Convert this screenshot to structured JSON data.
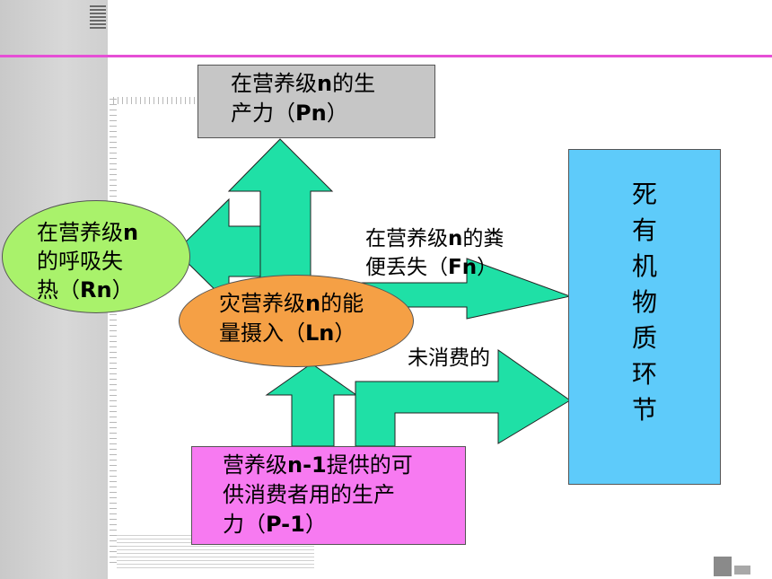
{
  "nodes": {
    "productivity_n": {
      "line1": "在营养级n的生",
      "line2": "产力（Pn）"
    },
    "respiration": {
      "line1": "在营养级n",
      "line2": "的呼吸失",
      "line3": "热（Rn）"
    },
    "intake": {
      "line1": "灾营养级n的能",
      "line2": "量摄入（Ln）"
    },
    "dead_organic": {
      "chars": [
        "死",
        "有",
        "机",
        "物",
        "质",
        "环",
        "节"
      ]
    },
    "productivity_prev": {
      "line1": "营养级n-1提供的可",
      "line2": "供消费者用的生产",
      "line3": "力（P-1）"
    }
  },
  "labels": {
    "feces_line1": "在营养级n的粪",
    "feces_line2": "便丢失（Fn）",
    "unconsumed": "未消费的"
  },
  "colors": {
    "arrow": "#1fe0a6",
    "productivity_box": "#c6c6c6",
    "dead_box": "#5ecbfa",
    "prev_box": "#f77af1",
    "respiration_ellipse": "#a9f26b",
    "intake_ellipse": "#f5a045",
    "accent_line": "#e64fd6"
  }
}
